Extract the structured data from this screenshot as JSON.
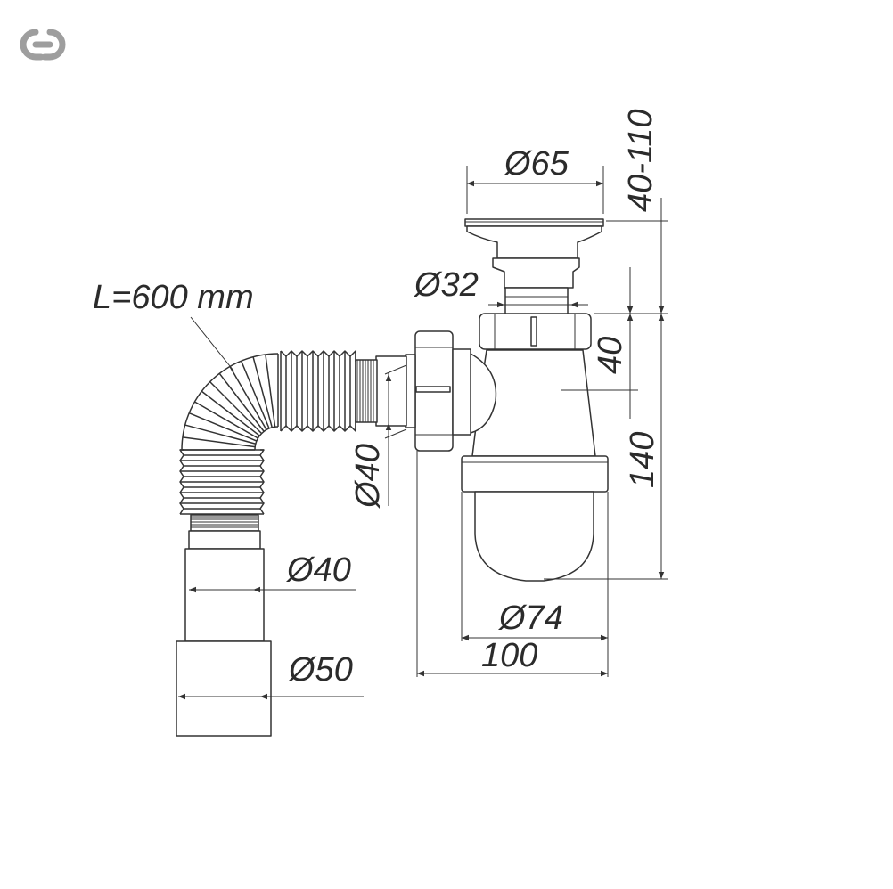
{
  "logo": {
    "icon": "chain-link-icon",
    "color": "#9e9e9e"
  },
  "colors": {
    "line": "#333333",
    "text": "#2b2b2b"
  },
  "dimensions": {
    "drain_diameter": "Ø65",
    "height_range": "40-110",
    "outlet_diameter": "Ø32",
    "hose_length": "L=600 mm",
    "nut_height": "40",
    "total_height": "140",
    "side_outlet_diameter": "Ø40",
    "hose_end_diameter": "Ø40",
    "adapter_diameter": "Ø50",
    "bottle_diameter": "Ø74",
    "total_width": "100"
  }
}
